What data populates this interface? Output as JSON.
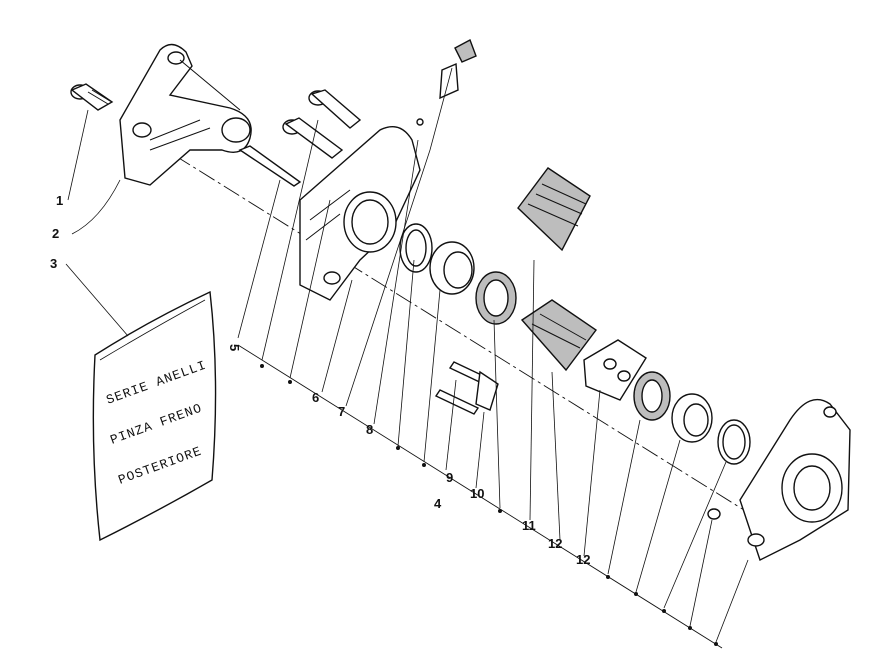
{
  "bag_label": {
    "line1": "SERIE ANELLI",
    "line2": "PINZA FRENO",
    "line3": "POSTERIORE"
  },
  "callouts": [
    "1",
    "2",
    "3",
    "5",
    "6",
    "7",
    "8",
    "4",
    "9",
    "10",
    "11",
    "12",
    "12"
  ]
}
